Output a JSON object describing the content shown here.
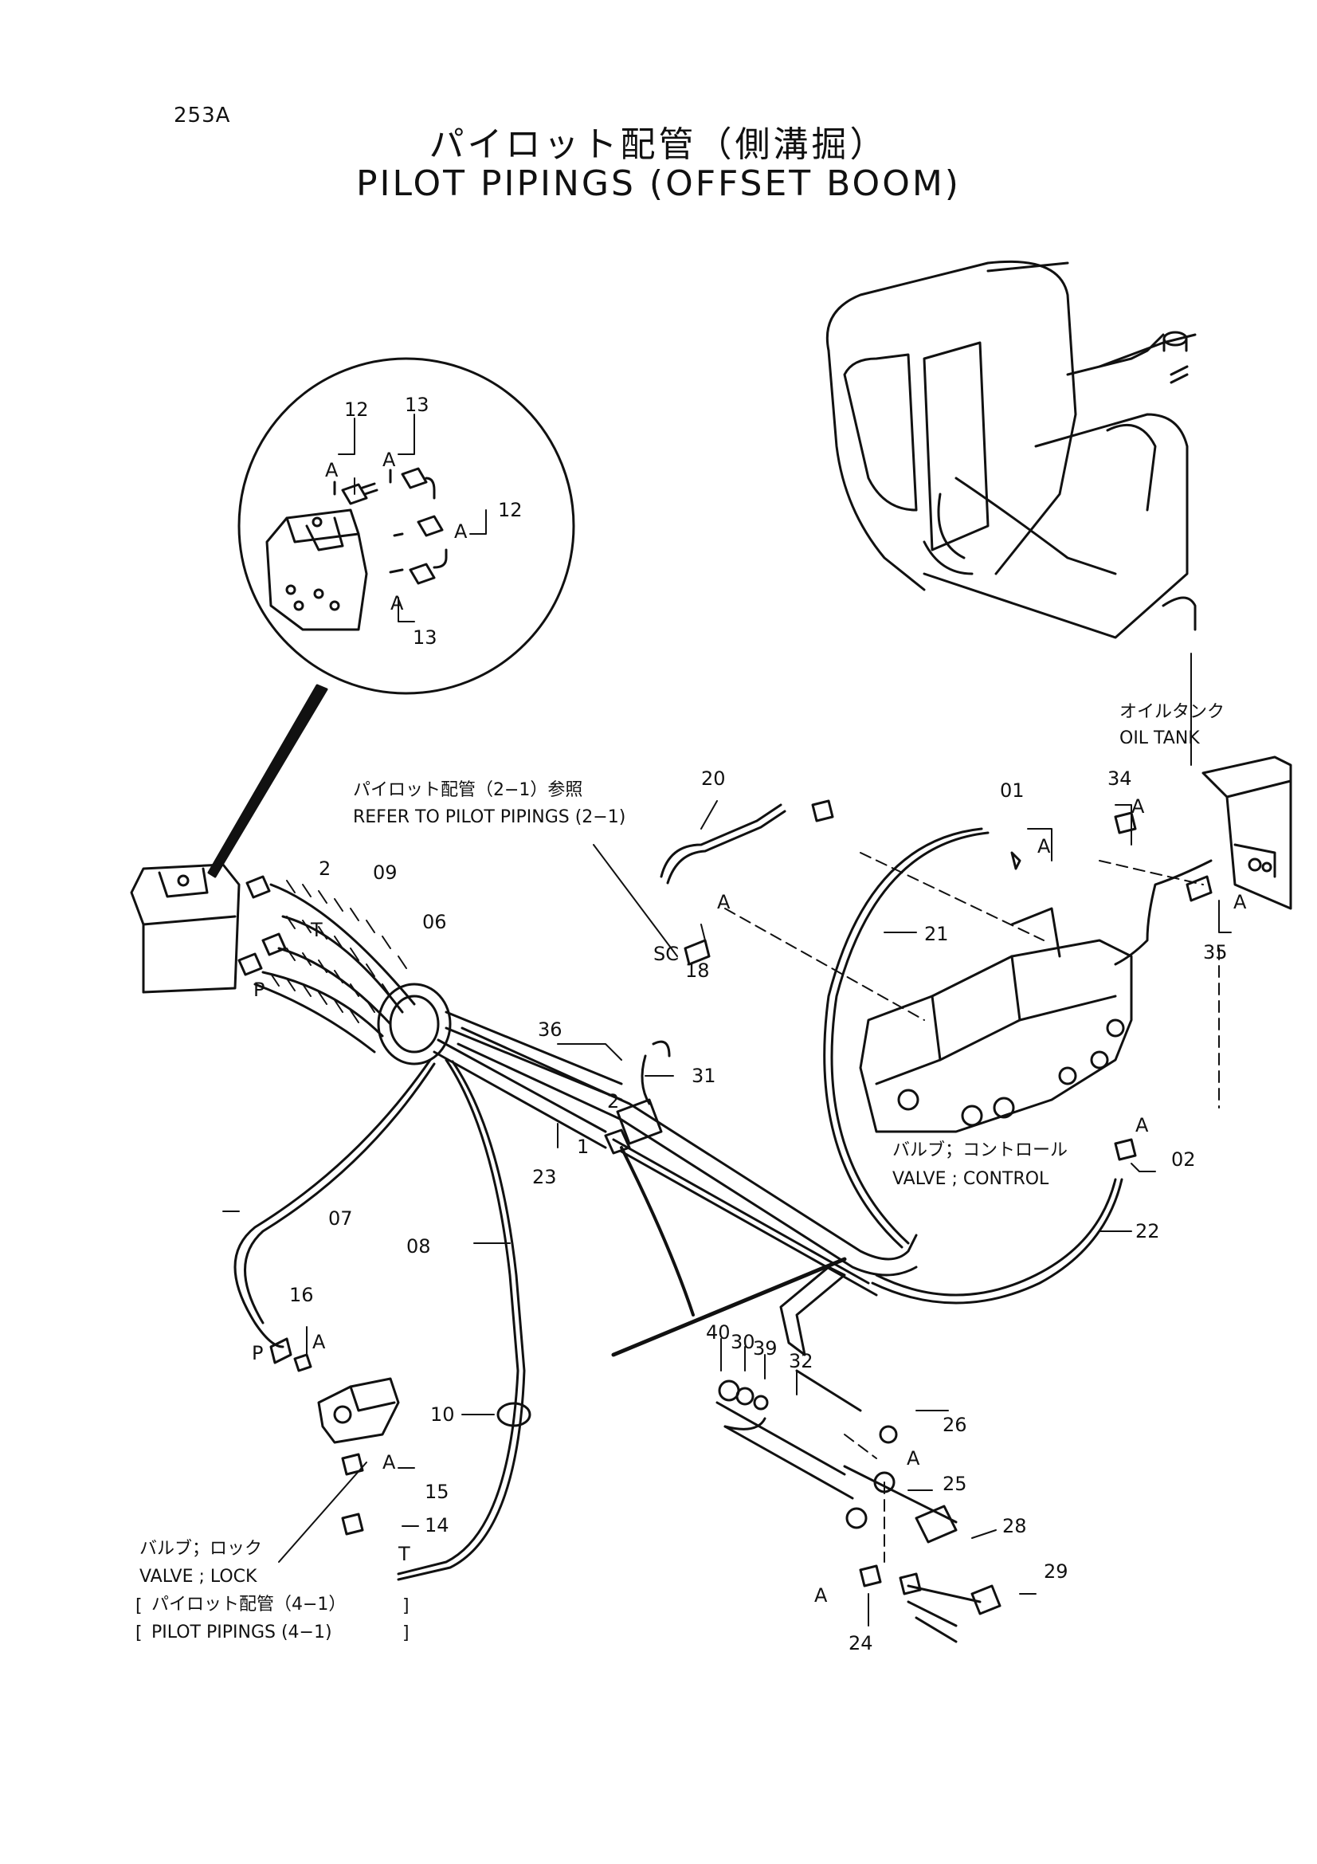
{
  "page_number": "253A",
  "title_jp": "パイロット配管（側溝掘）",
  "title_en": "PILOT PIPINGS (OFFSET BOOM)",
  "notes": {
    "oil_tank_jp": "オイルタンク",
    "oil_tank_en": "OIL TANK",
    "refer_jp": "パイロット配管（2−1）参照",
    "refer_en": "REFER TO PILOT PIPINGS (2−1)",
    "valve_control_jp": "バルブ；コントロール",
    "valve_control_en": "VALVE ; CONTROL",
    "valve_lock_jp": "バルブ；ロック",
    "valve_lock_en": "VALVE ; LOCK",
    "pilot4_jp": "パイロット配管（4−1）",
    "pilot4_en": "PILOT PIPINGS (4−1)"
  },
  "port_letters": {
    "a": "A",
    "p": "P",
    "t": "T",
    "sc": "SC",
    "one": "1",
    "two": "2"
  },
  "part_numbers": {
    "p01": "01",
    "p02": "02",
    "p06": "06",
    "p07": "07",
    "p08": "08",
    "p09": "09",
    "p10": "10",
    "p12": "12",
    "p13": "13",
    "p14": "14",
    "p15": "15",
    "p16": "16",
    "p18": "18",
    "p20": "20",
    "p21": "21",
    "p22": "22",
    "p23": "23",
    "p24": "24",
    "p25": "25",
    "p26": "26",
    "p28": "28",
    "p29": "29",
    "p30": "30",
    "p31": "31",
    "p32": "32",
    "p34": "34",
    "p35": "35",
    "p36": "36",
    "p39": "39",
    "p40": "40"
  }
}
